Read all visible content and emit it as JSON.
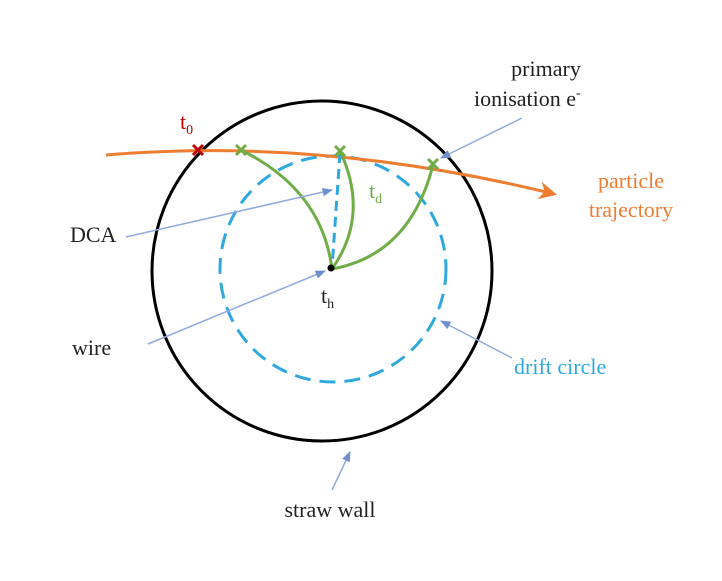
{
  "labels": {
    "primary_line1": "primary",
    "primary_line2": "ionisation e",
    "primary_sup": "-",
    "t0_main": "t",
    "t0_sub": "0",
    "particle_line1": "particle",
    "particle_line2": "trajectory",
    "dca": "DCA",
    "td_main": "t",
    "td_sub": "d",
    "th_main": "t",
    "th_sub": "h",
    "wire": "wire",
    "drift_circle": "drift circle",
    "straw_wall": "straw wall"
  },
  "colors": {
    "trajectory": "#ED7D31",
    "t0_marker": "#C00000",
    "drift_path": "#70AD47",
    "drift_circle": "#2EA8DF",
    "straw_wall": "#000000",
    "pointer": "#8FAADC",
    "text": "#222222"
  }
}
